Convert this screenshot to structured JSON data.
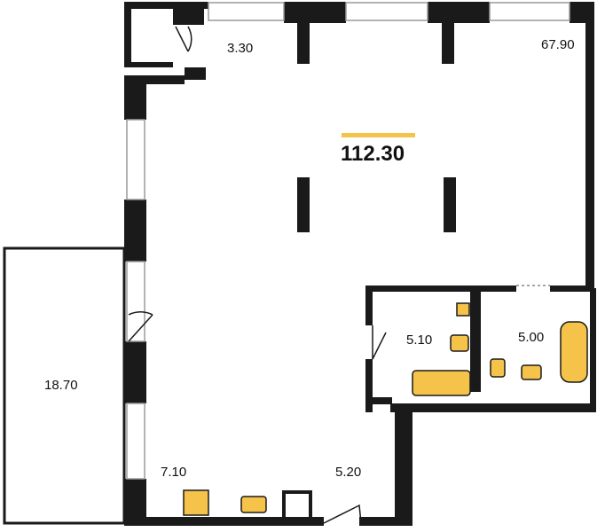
{
  "plan": {
    "total_area": "112.30",
    "rooms": {
      "storage": "3.30",
      "main_space": "67.90",
      "terrace": "18.70",
      "bathroom_1": "5.10",
      "bathroom_2": "5.00",
      "kitchen_zone": "7.10",
      "hall": "5.20"
    }
  },
  "colors": {
    "wall": "#1a1a1a",
    "fixture": "#f5c24a",
    "accent_bar": "#f5c24a",
    "background": "#ffffff"
  }
}
